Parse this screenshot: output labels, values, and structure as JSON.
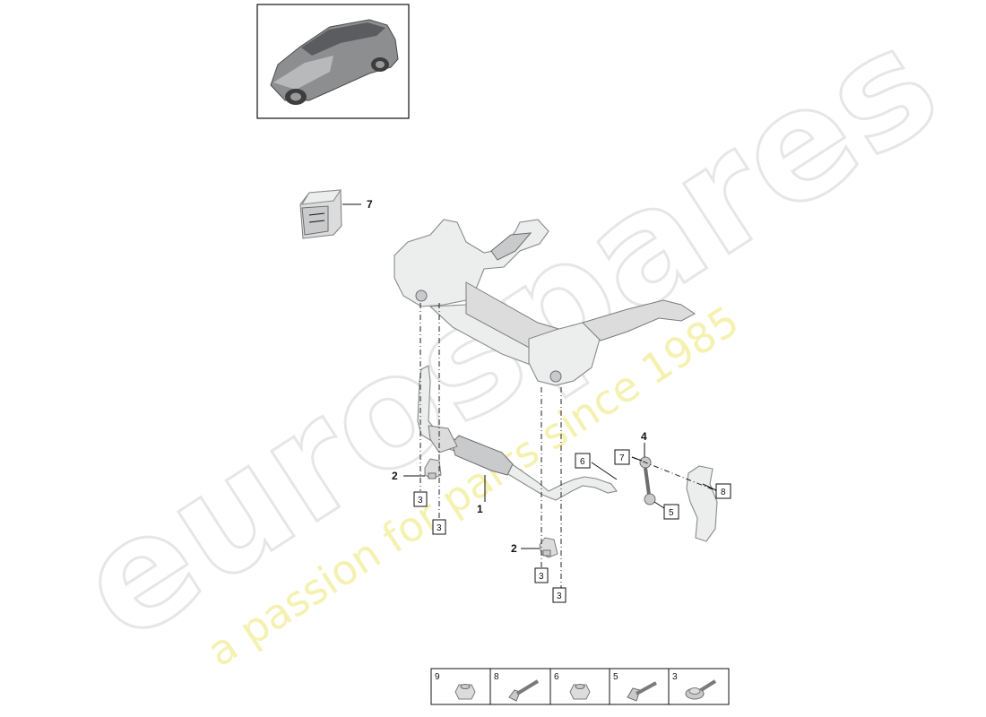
{
  "watermark": {
    "brand": "eurospares",
    "tagline": "a passion for parts since 1985"
  },
  "colors": {
    "line": "#111111",
    "part_fill": "#eceded",
    "watermark_grey": "#dedede",
    "watermark_yellow": "#f4f0a8"
  },
  "thumbnail": {
    "icon": "car-suv-icon"
  },
  "callouts": {
    "c1": "1",
    "c2a": "2",
    "c2b": "2",
    "c3a": "3",
    "c3b": "3",
    "c3c": "3",
    "c3d": "3",
    "c4": "4",
    "c5": "5",
    "c6": "6",
    "c7a": "7",
    "c7b": "7",
    "c8": "8"
  },
  "legend": [
    {
      "number": "9",
      "icon": "flange-nut-icon"
    },
    {
      "number": "8",
      "icon": "long-bolt-icon"
    },
    {
      "number": "6",
      "icon": "flange-nut-icon"
    },
    {
      "number": "5",
      "icon": "hex-bolt-icon"
    },
    {
      "number": "3",
      "icon": "torx-bolt-icon"
    }
  ]
}
